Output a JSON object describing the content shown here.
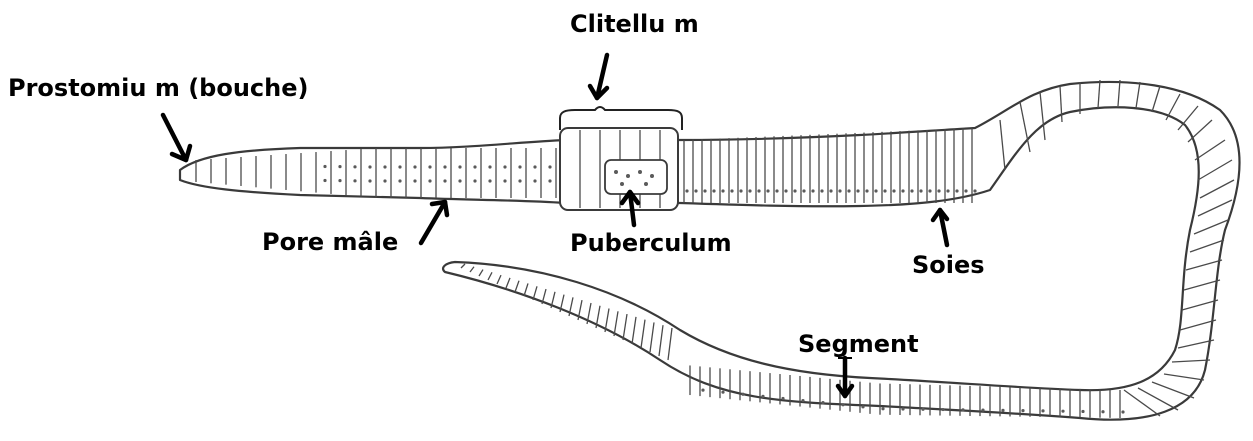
{
  "labels": {
    "prostomium": "Prostomiu m (bouche)",
    "clitellum": "Clitellu m",
    "pore_male": "Pore mâle",
    "puberculum": "Puberculum",
    "soies": "Soies",
    "segment": "Segment"
  },
  "colors": {
    "outline": "#3a3a3a",
    "text": "#000000",
    "background": "#ffffff"
  }
}
